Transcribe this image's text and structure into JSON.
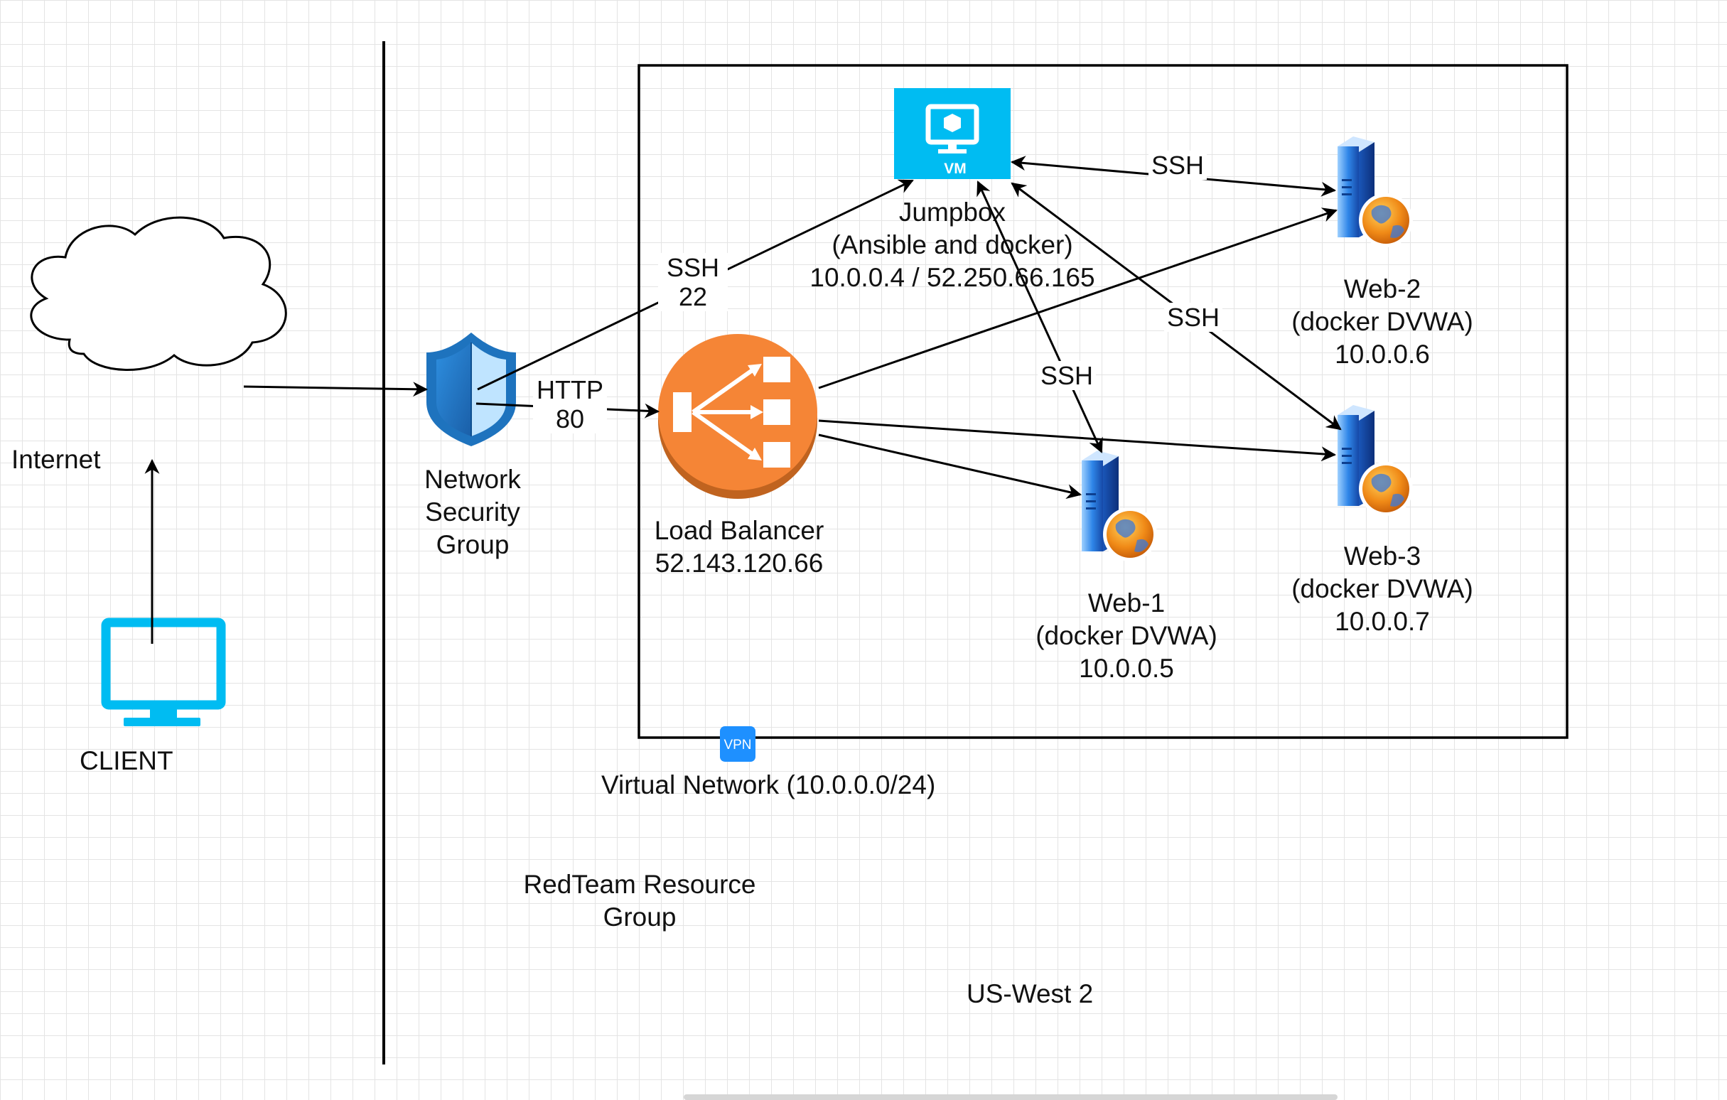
{
  "nodes": {
    "internet": {
      "label": "Internet"
    },
    "client": {
      "label": "CLIENT"
    },
    "nsg": {
      "lines": [
        "Network",
        "Security",
        "Group"
      ]
    },
    "load_balancer": {
      "lines": [
        "Load Balancer",
        "52.143.120.66"
      ]
    },
    "jumpbox": {
      "badge": "VM",
      "lines": [
        "Jumpbox",
        "(Ansible and docker)",
        "10.0.0.4 / 52.250.66.165"
      ]
    },
    "web1": {
      "lines": [
        "Web-1",
        "(docker DVWA)",
        "10.0.0.5"
      ]
    },
    "web2": {
      "lines": [
        "Web-2",
        "(docker DVWA)",
        "10.0.0.6"
      ]
    },
    "web3": {
      "lines": [
        "Web-3",
        "(docker DVWA)",
        "10.0.0.7"
      ]
    }
  },
  "containers": {
    "vnet": {
      "badge": "VPN",
      "label": "Virtual Network (10.0.0.0/24)"
    },
    "resource_group": {
      "lines": [
        "RedTeam Resource",
        "Group"
      ]
    },
    "region": {
      "label": "US-West 2"
    }
  },
  "edges": {
    "http": {
      "lines": [
        "HTTP",
        "80"
      ]
    },
    "ssh_nsg_jumpbox": {
      "lines": [
        "SSH",
        "22"
      ]
    },
    "ssh_jumpbox_web1": {
      "label": "SSH"
    },
    "ssh_jumpbox_web2": {
      "label": "SSH"
    },
    "ssh_jumpbox_web3": {
      "label": "SSH"
    }
  },
  "colors": {
    "azure_blue": "#00bcf2",
    "load_balancer_orange": "#f58536",
    "load_balancer_dark": "#c0631f",
    "shield_blue": "#1e73be",
    "server_blue": "#1f6fd6",
    "line": "#000000"
  },
  "icons": {
    "internet": "cloud-icon",
    "client": "monitor-icon",
    "nsg": "shield-icon",
    "load_balancer": "load-balancer-icon",
    "jumpbox": "vm-icon",
    "web": "web-server-icon",
    "vnet": "vpn-icon"
  }
}
